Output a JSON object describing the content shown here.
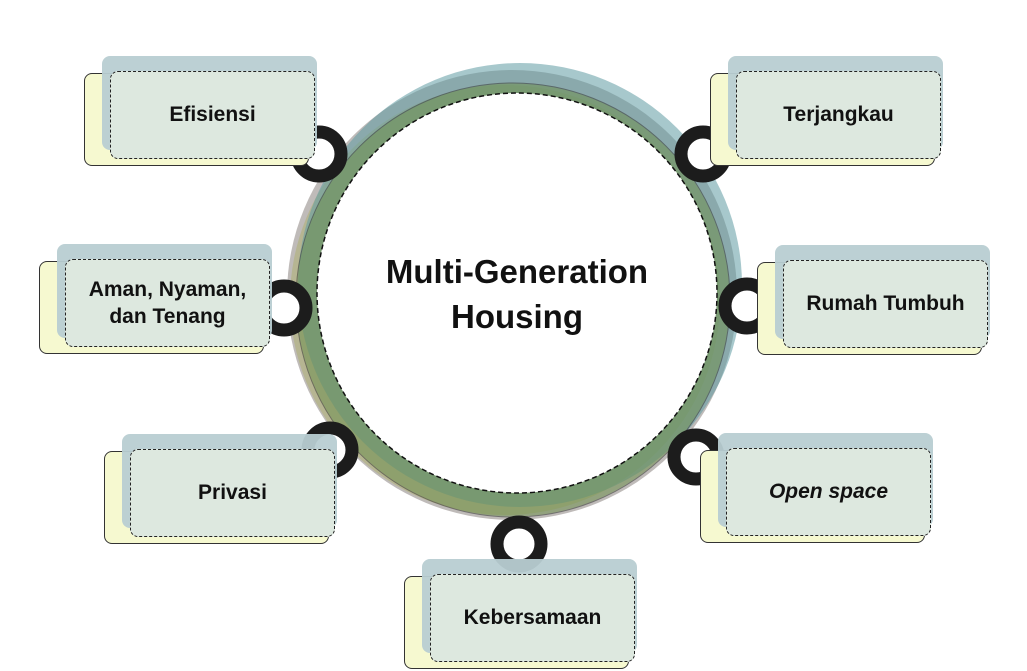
{
  "center": {
    "title_line1": "Multi-Generation",
    "title_line2": "Housing"
  },
  "nodes": [
    {
      "id": "efisiensi",
      "lines": [
        "Efisiensi"
      ],
      "italic": false
    },
    {
      "id": "terjangkau",
      "lines": [
        "Terjangkau"
      ],
      "italic": false
    },
    {
      "id": "aman",
      "lines": [
        "Aman, Nyaman,",
        "dan Tenang"
      ],
      "italic": false
    },
    {
      "id": "rumah-tumbuh",
      "lines": [
        "Rumah Tumbuh"
      ],
      "italic": false
    },
    {
      "id": "privasi",
      "lines": [
        "Privasi"
      ],
      "italic": false
    },
    {
      "id": "open-space",
      "lines": [
        "Open space"
      ],
      "italic": true
    },
    {
      "id": "kebersamaan",
      "lines": [
        "Kebersamaan"
      ],
      "italic": false
    }
  ],
  "colors": {
    "ring_teal": "#5f9aa3",
    "ring_gray": "#8a8480",
    "ring_green": "#6e8f4f",
    "ring_yellow": "#e8f0a0",
    "connector": "#1c1c1c",
    "box_yellow": "#f6f9d0",
    "box_teal": "#b8ced2",
    "box_inner": "#dde8df"
  }
}
